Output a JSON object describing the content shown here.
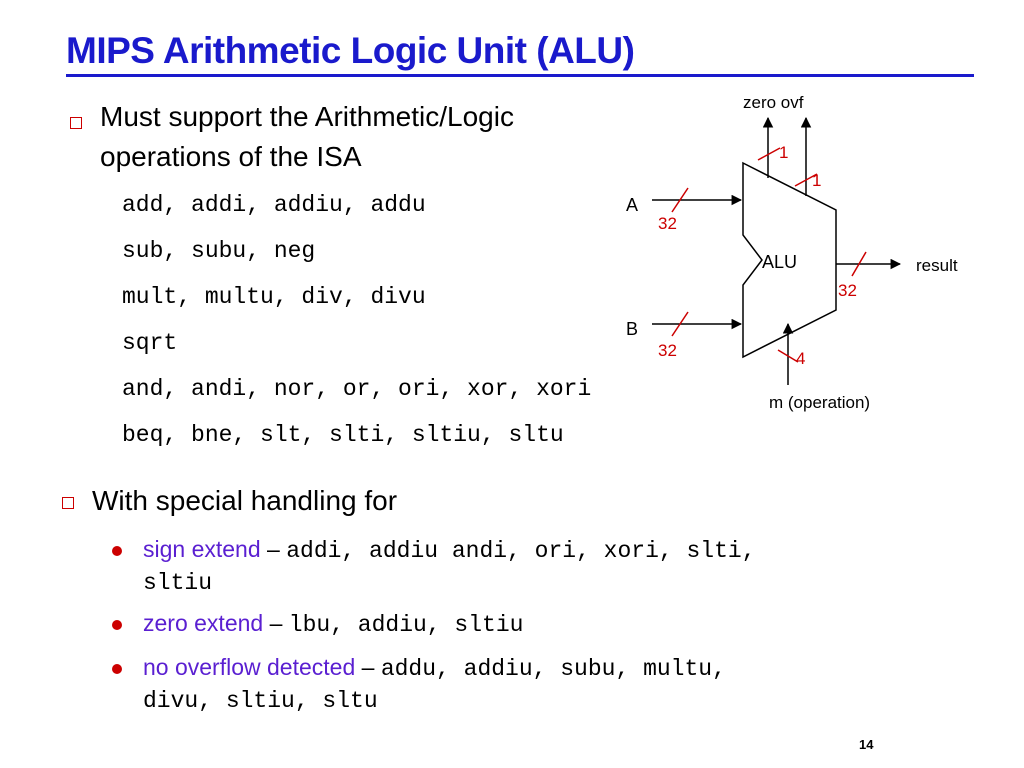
{
  "title": "MIPS Arithmetic Logic Unit (ALU)",
  "bullet1": {
    "line1": "Must support the Arithmetic/Logic",
    "line2": "operations of the ISA"
  },
  "op_rows": [
    "add, addi, addiu, addu",
    "sub, subu, neg",
    "mult, multu, div, divu",
    "sqrt",
    "and, andi, nor, or, ori, xor, xori",
    "beq, bne, slt, slti, sltiu, sltu"
  ],
  "bullet2": {
    "text": "With special handling for",
    "items": [
      {
        "label": "sign extend",
        "sep": " – ",
        "ops_line1": "addi, addiu andi, ori, xori, slti,",
        "ops_line2": "sltiu"
      },
      {
        "label": "zero extend",
        "sep": " – ",
        "ops_line1": "lbu, addiu, sltiu",
        "ops_line2": ""
      },
      {
        "label": "no overflow detected",
        "sep": " – ",
        "ops_line1": "addu, addiu, subu, multu,",
        "ops_line2": "divu, sltiu, sltu"
      }
    ]
  },
  "diagram": {
    "alu_label": "ALU",
    "outputs_label": "zero ovf",
    "zero_width": "1",
    "ovf_width": "1",
    "input_a": "A",
    "input_a_width": "32",
    "input_b": "B",
    "input_b_width": "32",
    "result_label": "result",
    "result_width": "32",
    "op_width": "4",
    "op_label": "m (operation)"
  },
  "colors": {
    "title": "#1a1acc",
    "accent_red": "#cc0000",
    "purple": "#5a1fd1"
  },
  "page_number": "14"
}
